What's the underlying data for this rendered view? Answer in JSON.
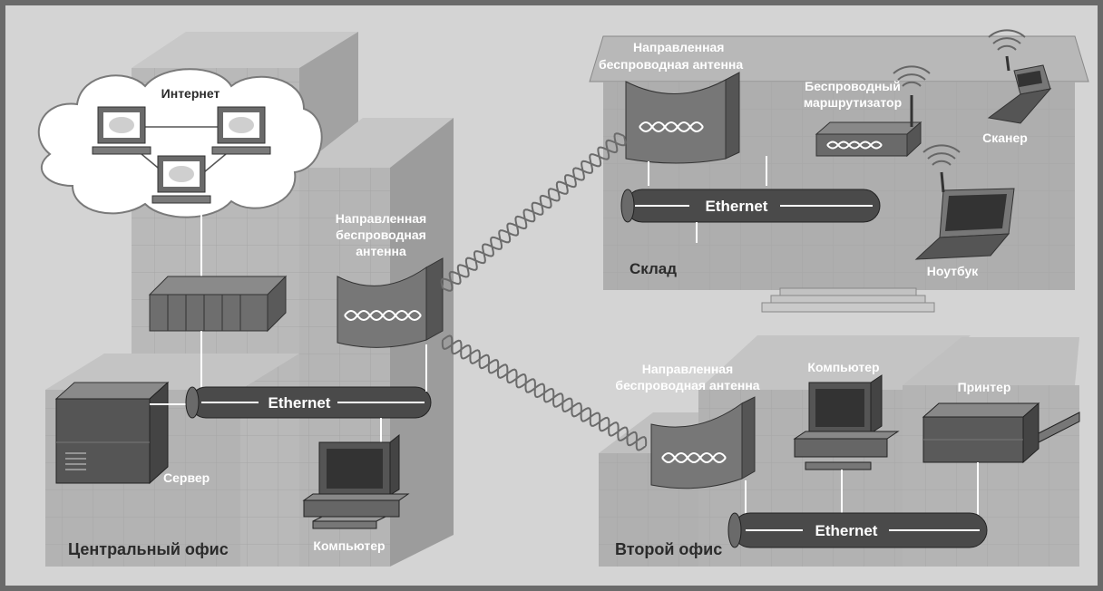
{
  "labels": {
    "internet": "Интернет",
    "antenna_central_l1": "Направленная",
    "antenna_central_l2": "беспроводная",
    "antenna_central_l3": "антенна",
    "ethernet_central": "Ethernet",
    "server": "Сервер",
    "computer_central": "Компьютер",
    "central_office": "Центральный офис",
    "antenna_warehouse_l1": "Направленная",
    "antenna_warehouse_l2": "беспроводная антенна",
    "router_l1": "Беспроводный",
    "router_l2": "маршрутизатор",
    "scanner": "Сканер",
    "ethernet_warehouse": "Ethernet",
    "warehouse": "Склад",
    "laptop": "Ноутбук",
    "antenna_second_l1": "Направленная",
    "antenna_second_l2": "беспроводная антенна",
    "computer_second": "Компьютер",
    "printer": "Принтер",
    "ethernet_second": "Ethernet",
    "second_office": "Второй офис"
  },
  "colors": {
    "frame": "#6a6a6a",
    "background": "#d4d4d4",
    "building_light": "#bdbdbd",
    "building_mid": "#a6a6a6",
    "building_dark": "#8e8e8e",
    "cable": "#4a4a4a",
    "device": "#5a5a5a",
    "wave": "#6b6b6b"
  },
  "icons": [
    "cloud-icon",
    "monitor-icon",
    "switch-icon",
    "server-icon",
    "antenna-icon",
    "router-icon",
    "scanner-icon",
    "laptop-icon",
    "printer-icon",
    "wifi-signal-icon"
  ]
}
